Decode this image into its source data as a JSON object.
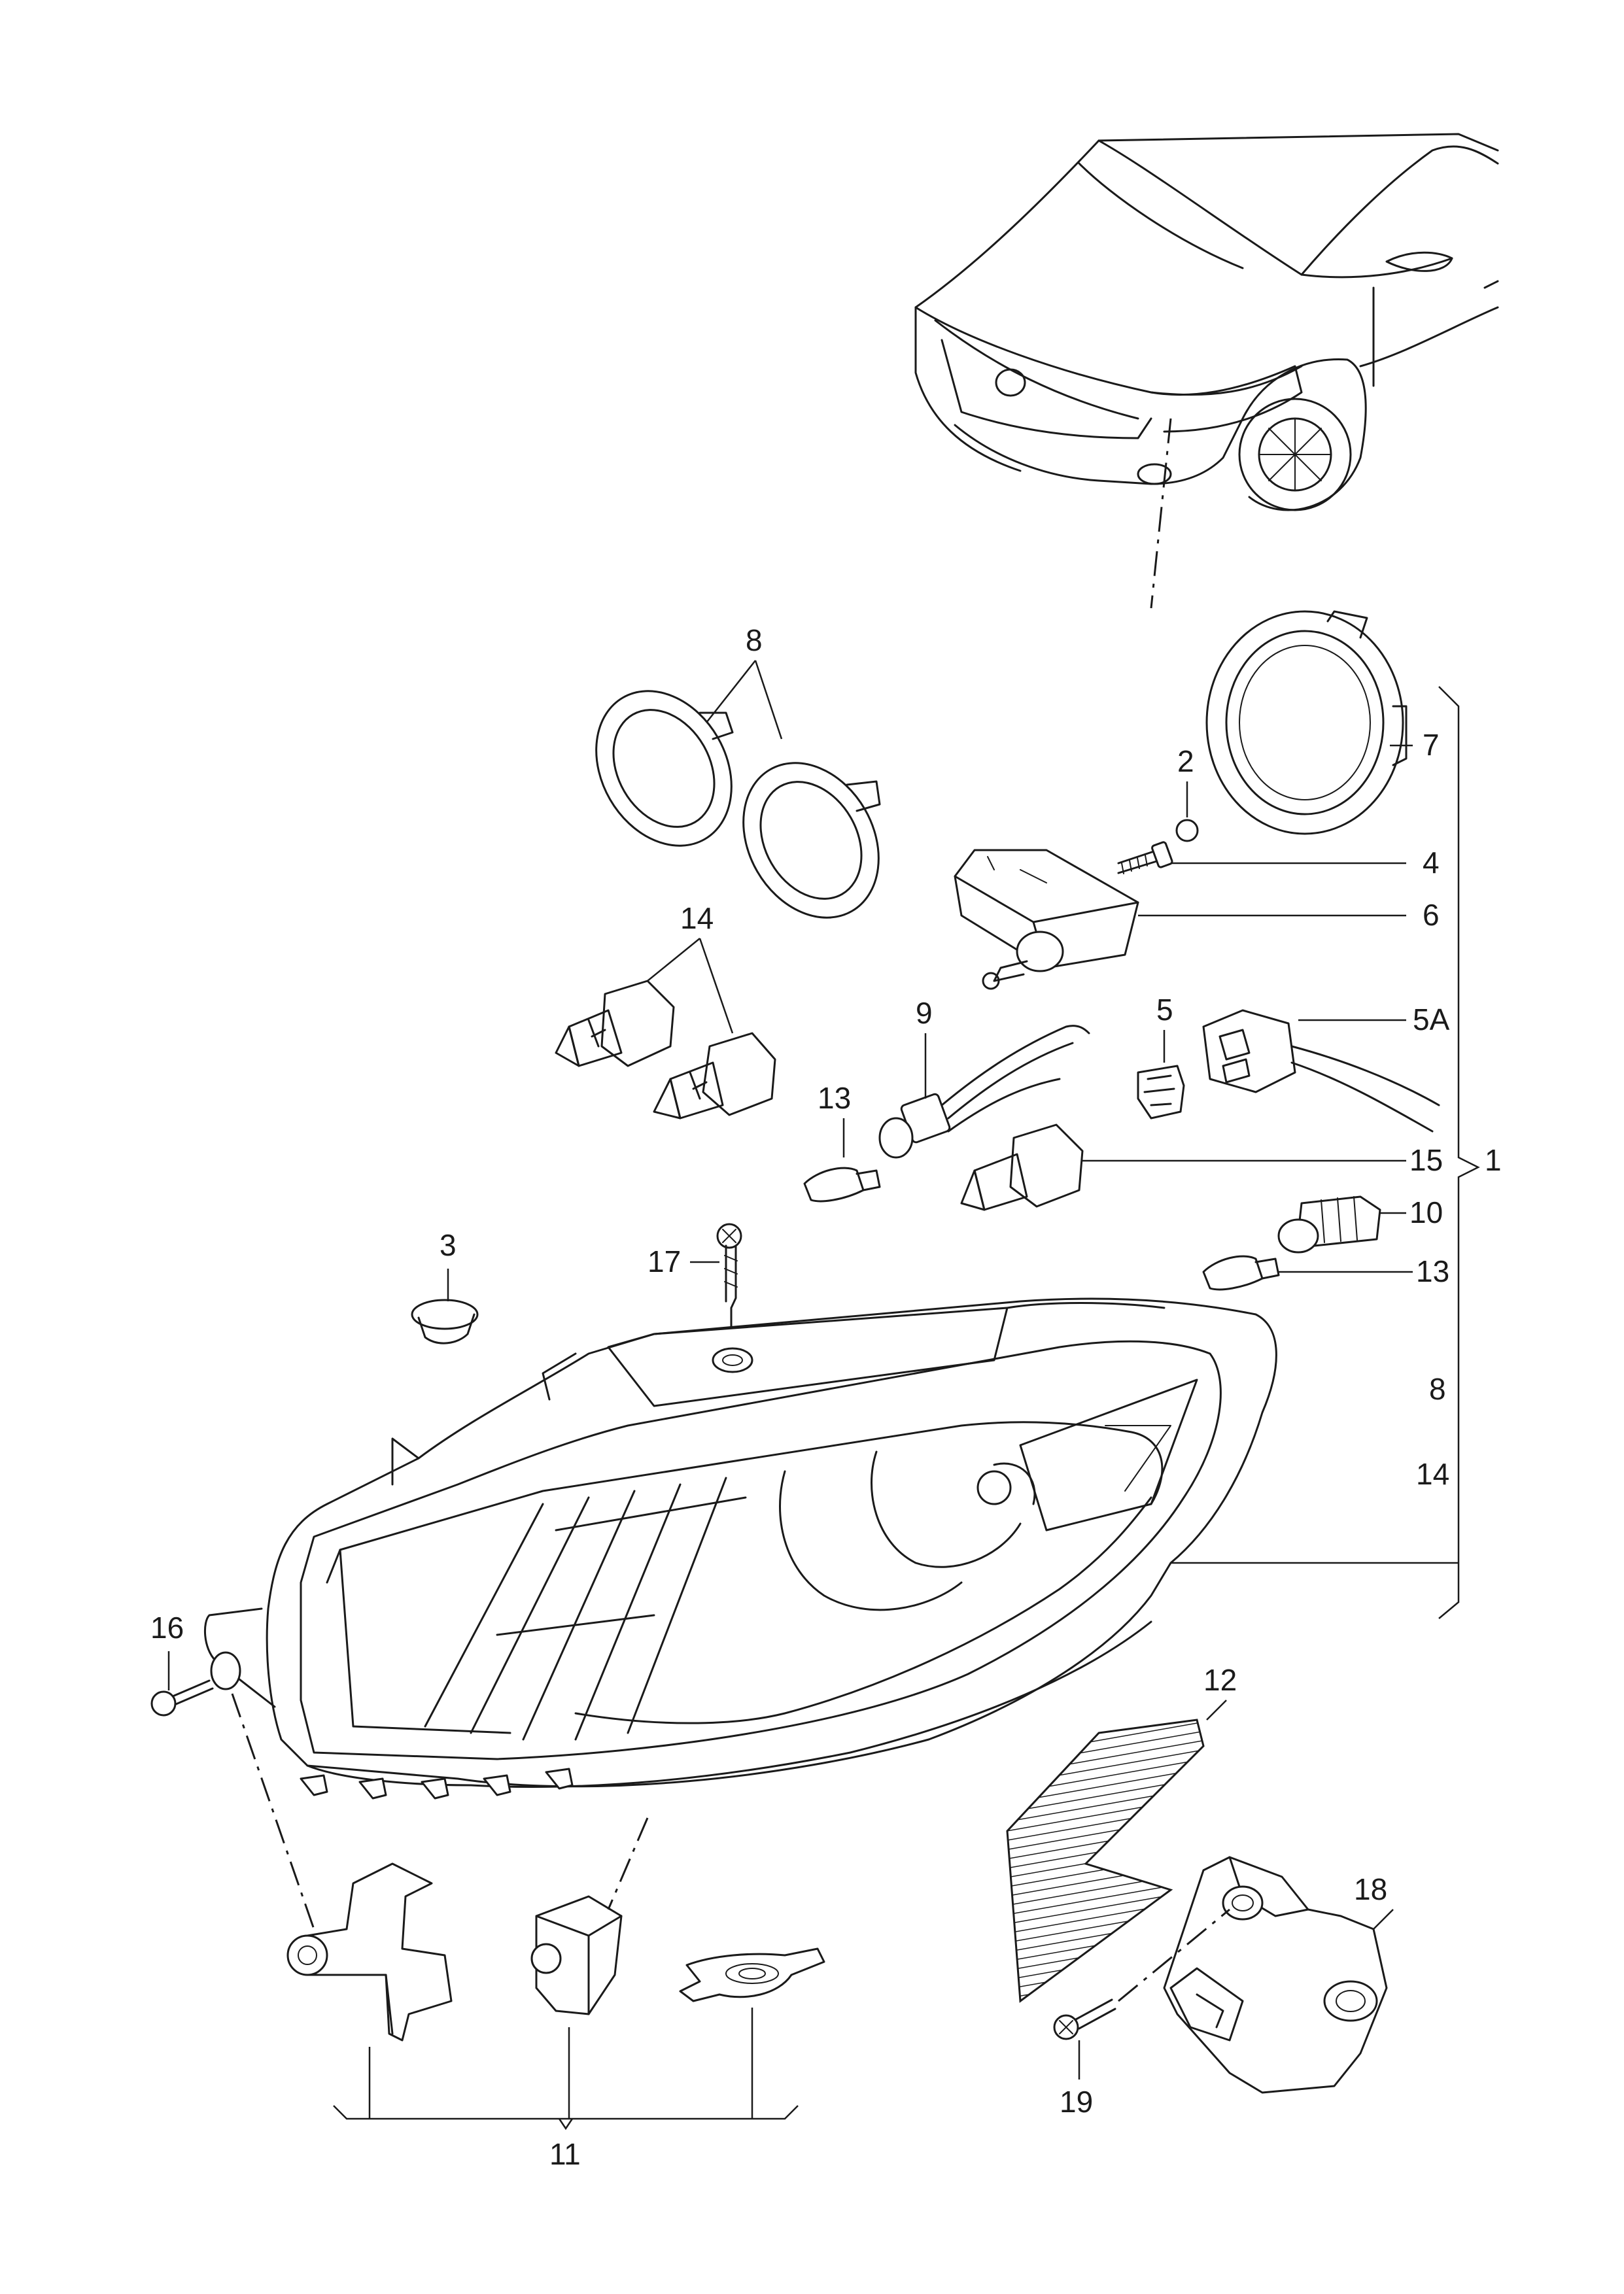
{
  "diagram": {
    "callouts": [
      {
        "id": "c8top",
        "text": "8"
      },
      {
        "id": "c2",
        "text": "2"
      },
      {
        "id": "c7",
        "text": "7"
      },
      {
        "id": "c4",
        "text": "4"
      },
      {
        "id": "c6",
        "text": "6"
      },
      {
        "id": "c14top",
        "text": "14"
      },
      {
        "id": "c9",
        "text": "9"
      },
      {
        "id": "c5",
        "text": "5"
      },
      {
        "id": "c5A",
        "text": "5A"
      },
      {
        "id": "c13left",
        "text": "13"
      },
      {
        "id": "c15",
        "text": "15"
      },
      {
        "id": "c1",
        "text": "1"
      },
      {
        "id": "c10",
        "text": "10"
      },
      {
        "id": "c13right",
        "text": "13"
      },
      {
        "id": "c3",
        "text": "3"
      },
      {
        "id": "c17",
        "text": "17"
      },
      {
        "id": "c8right",
        "text": "8"
      },
      {
        "id": "c14right",
        "text": "14"
      },
      {
        "id": "c16",
        "text": "16"
      },
      {
        "id": "c12",
        "text": "12"
      },
      {
        "id": "c18",
        "text": "18"
      },
      {
        "id": "c19",
        "text": "19"
      },
      {
        "id": "c11",
        "text": "11"
      }
    ]
  }
}
